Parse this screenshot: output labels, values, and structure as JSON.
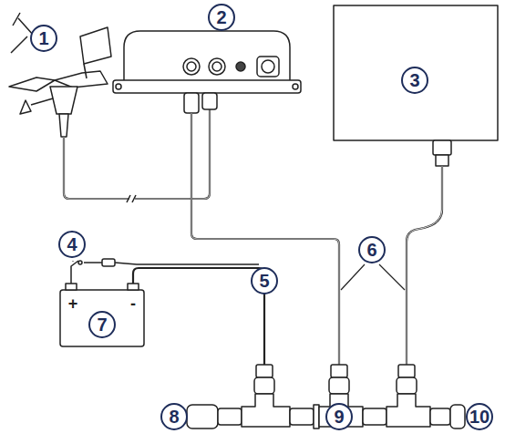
{
  "diagram": {
    "labels": [
      "1",
      "2",
      "3",
      "4",
      "5",
      "6",
      "7",
      "8",
      "9",
      "10",
      "+",
      "-"
    ]
  }
}
